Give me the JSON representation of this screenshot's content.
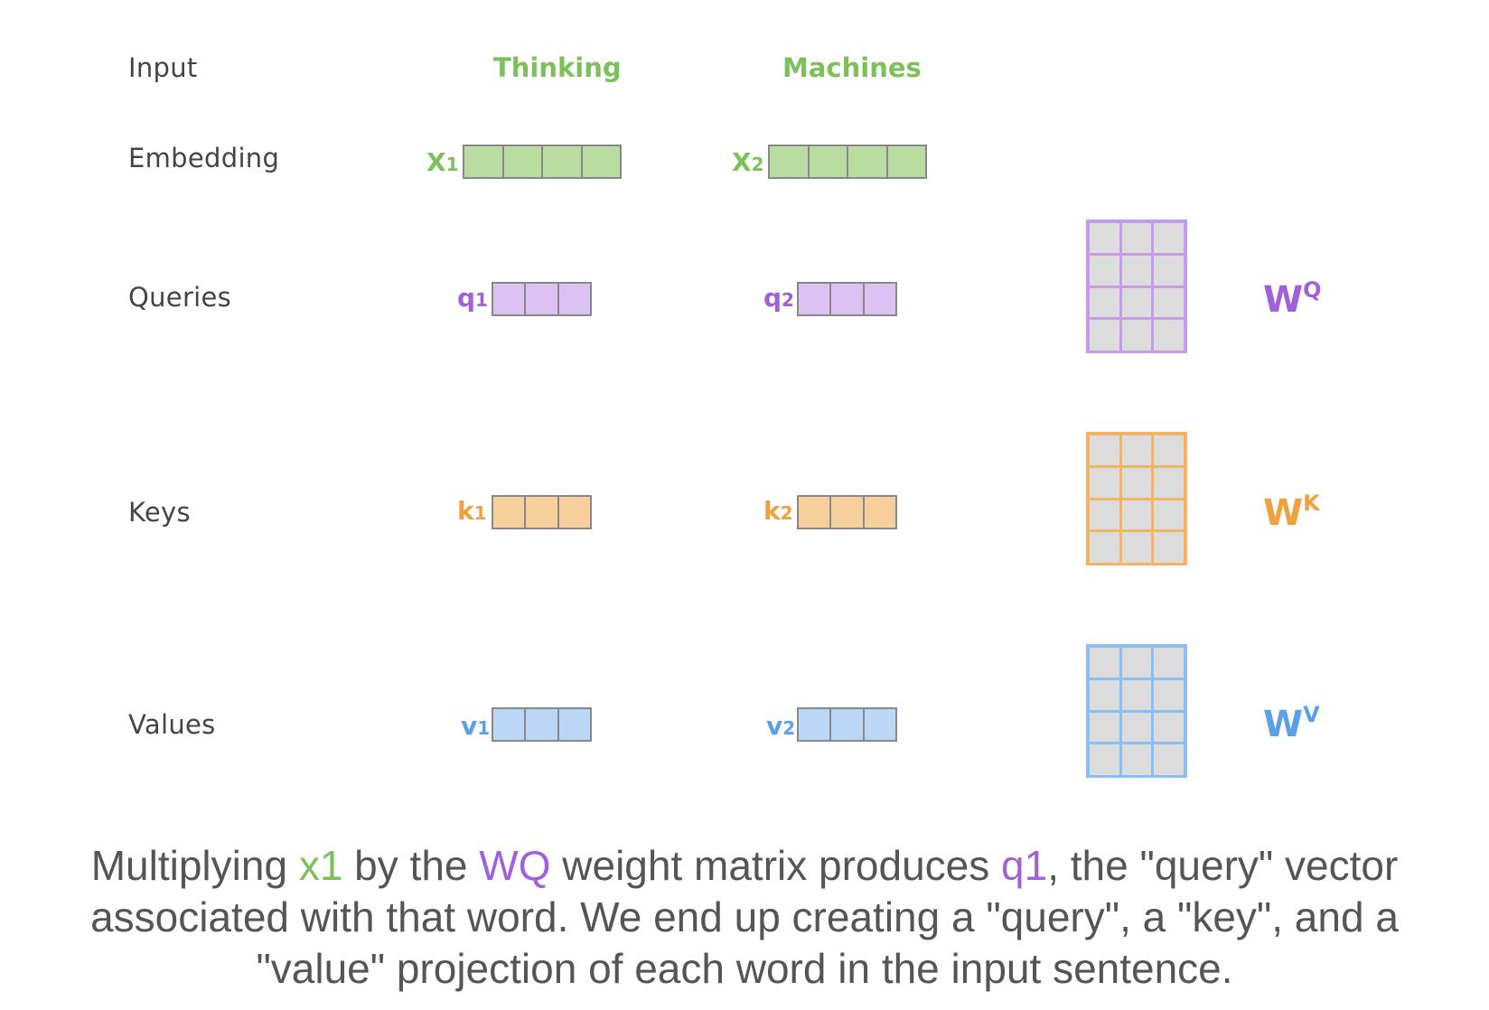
{
  "rows": {
    "input": "Input",
    "embedding": "Embedding",
    "queries": "Queries",
    "keys": "Keys",
    "values": "Values"
  },
  "words": [
    "Thinking",
    "Machines"
  ],
  "vectors": {
    "x1": {
      "letter": "X",
      "sub": "1"
    },
    "x2": {
      "letter": "X",
      "sub": "2"
    },
    "q1": {
      "letter": "q",
      "sub": "1"
    },
    "q2": {
      "letter": "q",
      "sub": "2"
    },
    "k1": {
      "letter": "k",
      "sub": "1"
    },
    "k2": {
      "letter": "k",
      "sub": "2"
    },
    "v1": {
      "letter": "v",
      "sub": "1"
    },
    "v2": {
      "letter": "v",
      "sub": "2"
    }
  },
  "matrices": {
    "wq": {
      "letter": "W",
      "sup": "Q"
    },
    "wk": {
      "letter": "W",
      "sup": "K"
    },
    "wv": {
      "letter": "W",
      "sup": "V"
    }
  },
  "colors": {
    "green": "#7cc05a",
    "green_fill": "#b9dca0",
    "purple": "#a25fdb",
    "purple_fill": "#dcc2f2",
    "purple_border": "#c79be8",
    "orange": "#f0a03c",
    "orange_fill": "#f7cf9c",
    "orange_border": "#efb565",
    "blue": "#5aa0e8",
    "blue_fill": "#bcd7f5",
    "blue_border": "#8ebeef"
  },
  "caption": {
    "p1": "Multiplying ",
    "x1": "x1",
    "p2": " by the ",
    "wq": "WQ",
    "p3": " weight matrix produces ",
    "q1": "q1",
    "p4": ", the \"query\" vector associated with that word. We end up creating a \"query\", a \"key\", and a \"value\" projection of each word in the input sentence."
  }
}
